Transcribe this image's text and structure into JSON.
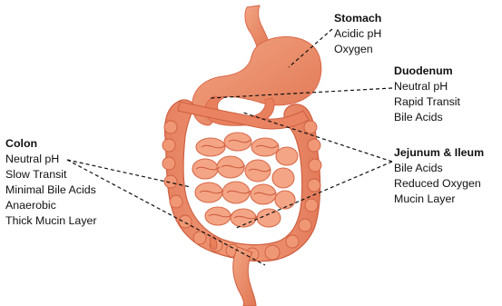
{
  "regions": {
    "stomach": {
      "title": "Stomach",
      "lines": [
        "Acidic pH",
        "Oxygen"
      ]
    },
    "duodenum": {
      "title": "Duodenum",
      "lines": [
        "Neutral pH",
        "Rapid Transit",
        "Bile Acids"
      ]
    },
    "jejunum_ileum": {
      "title": "Jejunum & Ileum",
      "lines": [
        "Bile Acids",
        "Reduced Oxygen",
        "Mucin Layer"
      ]
    },
    "colon": {
      "title": "Colon",
      "lines": [
        "Neutral pH",
        "Slow Transit",
        "Minimal Bile Acids",
        "Anaerobic",
        "Thick Mucin Layer"
      ]
    }
  },
  "colors": {
    "organ_fill": "#ec8a66",
    "organ_dark": "#d9694a",
    "organ_light": "#f4a987",
    "leader_line": "#111111"
  }
}
